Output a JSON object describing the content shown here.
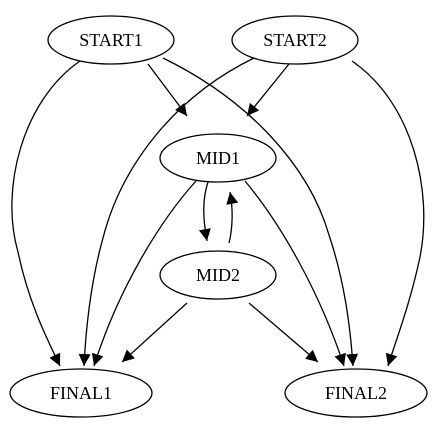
{
  "diagram": {
    "type": "directed-graph",
    "nodes": [
      {
        "id": "start1",
        "label": "START1",
        "shape": "ellipse"
      },
      {
        "id": "start2",
        "label": "START2",
        "shape": "ellipse"
      },
      {
        "id": "mid1",
        "label": "MID1",
        "shape": "ellipse"
      },
      {
        "id": "mid2",
        "label": "MID2",
        "shape": "ellipse"
      },
      {
        "id": "final1",
        "label": "FINAL1",
        "shape": "ellipse"
      },
      {
        "id": "final2",
        "label": "FINAL2",
        "shape": "ellipse"
      }
    ],
    "edges": [
      {
        "from": "start1",
        "to": "mid1"
      },
      {
        "from": "start1",
        "to": "final1"
      },
      {
        "from": "start1",
        "to": "final2"
      },
      {
        "from": "start2",
        "to": "mid1"
      },
      {
        "from": "start2",
        "to": "final1"
      },
      {
        "from": "start2",
        "to": "final2"
      },
      {
        "from": "mid1",
        "to": "mid2"
      },
      {
        "from": "mid2",
        "to": "mid1"
      },
      {
        "from": "mid1",
        "to": "final1"
      },
      {
        "from": "mid1",
        "to": "final2"
      },
      {
        "from": "mid2",
        "to": "final1"
      },
      {
        "from": "mid2",
        "to": "final2"
      }
    ],
    "colors": {
      "stroke": "#000000",
      "fill": "#ffffff",
      "text": "#000000"
    }
  }
}
